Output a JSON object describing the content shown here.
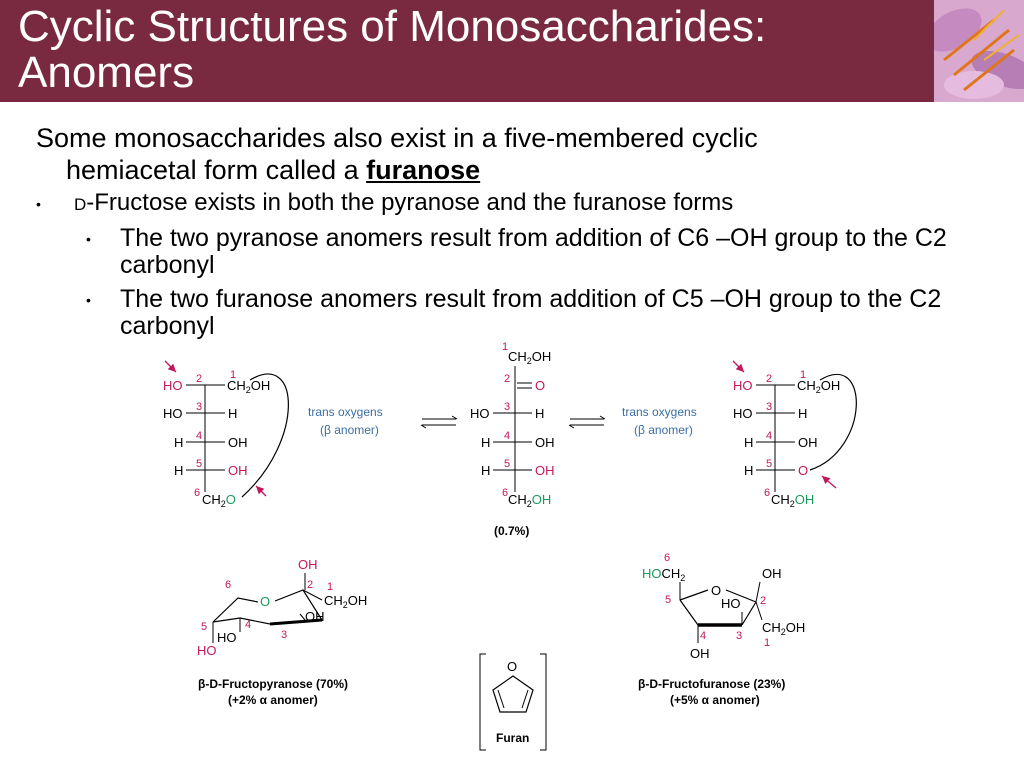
{
  "slide": {
    "title_line1": "Cyclic Structures of Monosaccharides:",
    "title_line2": "Anomers",
    "intro_line1": "Some monosaccharides also exist in a five-membered cyclic",
    "intro_line2_prefix": "hemiacetal form called a ",
    "intro_bold": "furanose",
    "bullet1_smallcaps": "D",
    "bullet1_rest": "-Fructose exists in both the pyranose and the furanose forms",
    "sub1": "The two pyranose anomers result from addition of C6 –OH group to the C2 carbonyl",
    "sub2": "The two furanose anomers result from addition of C5 –OH group to the C2 carbonyl",
    "bullet_symbol": "•"
  },
  "diagram": {
    "arrow_label1": "trans oxygens",
    "arrow_label2": "(β anomer)",
    "open_chain_percent": "(0.7%)",
    "pyranose_name": "β-D-Fructopyranose (70%)",
    "pyranose_minor": "(+2% α anomer)",
    "furanose_name": "β-D-Fructofuranose (23%)",
    "furanose_minor": "(+5% α anomer)",
    "furan_label": "Furan",
    "colors": {
      "magenta": "#c2185b",
      "green": "#1a9a5a",
      "title_bg": "#7a2a40",
      "arrow_label": "#3b6ea5"
    }
  }
}
